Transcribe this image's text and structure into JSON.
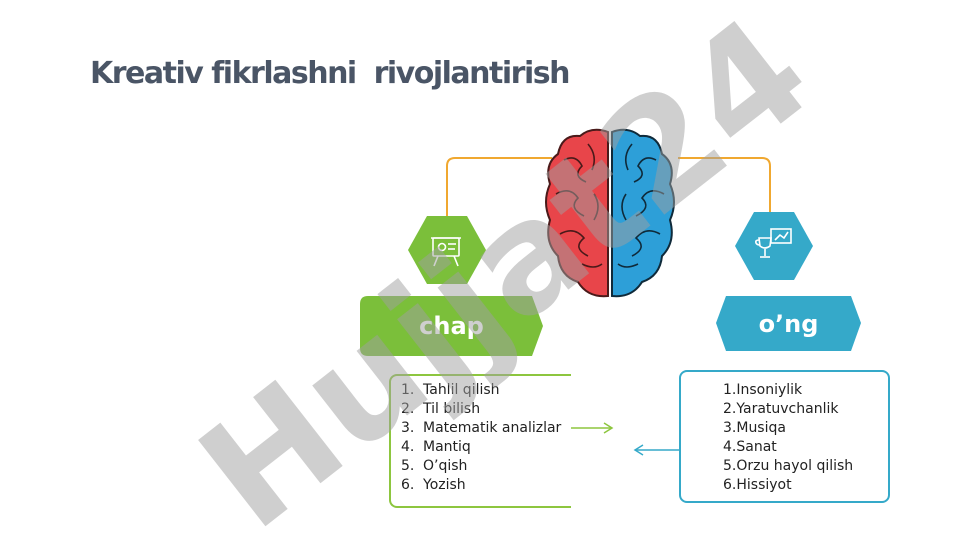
{
  "title": "Kreativ fikrlashni  rivojlantirish",
  "watermark_text": "Hujjat24",
  "left": {
    "label": "chap",
    "icon": "presentation-board-icon",
    "color": "#7bbf3a",
    "items": [
      {
        "num": "1.",
        "text": "Tahlil qilish"
      },
      {
        "num": "2.",
        "text": "Til bilish"
      },
      {
        "num": "3.",
        "text": "Matematik analizlar"
      },
      {
        "num": "4.",
        "text": "Mantiq"
      },
      {
        "num": "5.",
        "text": "O’qish"
      },
      {
        "num": "6.",
        "text": "Yozish"
      }
    ]
  },
  "right": {
    "label": "o’ng",
    "icon": "trophy-board-icon",
    "color": "#35a9c9",
    "items": [
      {
        "num": "1.",
        "text": " Insoniylik"
      },
      {
        "num": "2.",
        "text": "Yaratuvchanlik"
      },
      {
        "num": "3.",
        "text": " Musiqa"
      },
      {
        "num": "4.",
        "text": " Sanat"
      },
      {
        "num": "5.",
        "text": " Orzu hayol qilish"
      },
      {
        "num": "6.",
        "text": " Hissiyot"
      }
    ]
  },
  "colors": {
    "title": "#4a5566",
    "connector": "#f0a830",
    "brain_left": "#e8454a",
    "brain_right": "#2d9fd8"
  }
}
